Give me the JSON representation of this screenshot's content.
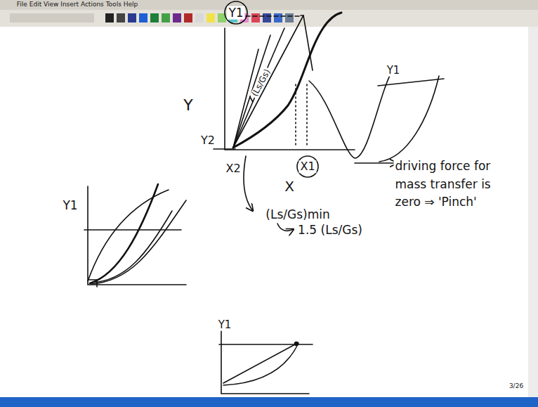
{
  "diagram": {
    "labels": [
      "File Edit View Insert Actions Tools Help",
      "Y1",
      "Y",
      "Y2",
      "X2",
      "X1",
      "(Ls/Gs)",
      "X",
      "(Ls/Gs)min",
      "1.5 (Ls/Gs)",
      "driving force for mass transfer is zero ⇒ 'Pinch'",
      "Y1",
      "Y1",
      "Y1",
      "3/26"
    ]
  }
}
